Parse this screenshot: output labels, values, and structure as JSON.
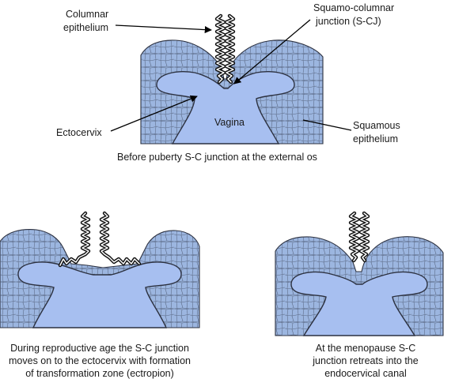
{
  "panel_top": {
    "labels": {
      "columnar_line1": "Columnar",
      "columnar_line2": "epithelium",
      "scj_line1": "Squamo-columnar",
      "scj_line2": "junction (S-CJ)",
      "ectocervix": "Ectocervix",
      "vagina": "Vagina",
      "squamous_line1": "Squamous",
      "squamous_line2": "epithelium"
    },
    "caption": "Before puberty S-C junction at the external os"
  },
  "panel_left": {
    "caption_lines": [
      "During reproductive age the S-C junction",
      "moves on to the ectocervix with formation",
      "of transformation zone (ectropion)"
    ]
  },
  "panel_right": {
    "caption_lines": [
      "At the menopause S-C",
      "junction retreats into the",
      "endocervical canal"
    ]
  },
  "colors": {
    "squamous_fill": "#9cb6e0",
    "lumen_fill": "#a7bff0",
    "outline": "#2c3140"
  }
}
